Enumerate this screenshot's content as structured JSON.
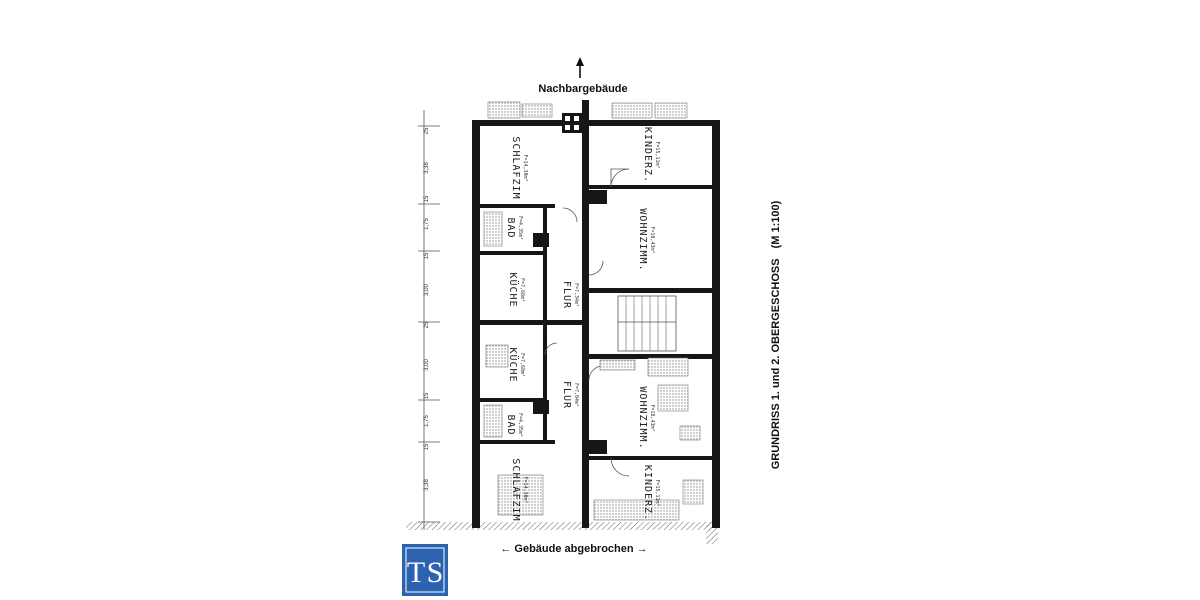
{
  "labels": {
    "top": "Nachbargebäude",
    "bottom": "← Gebäude abgebrochen →",
    "title": "GRUNDRISS 1. und 2. OBERGESCHOSS",
    "scale": "(M 1:100)"
  },
  "rooms": {
    "schlafzim_top": {
      "name": "SCHLAFZIM",
      "area": "F=14,30m²"
    },
    "kinderz_top": {
      "name": "KINDERZ.",
      "area": "F=15,11m²"
    },
    "bad_top": {
      "name": "BAD",
      "area": "F=4,35m²"
    },
    "wohnzimm_top": {
      "name": "WOHNZIMM.",
      "area": "F=18,43m²"
    },
    "kueche_top": {
      "name": "KÜCHE",
      "area": "F=7,68m²"
    },
    "flur_top": {
      "name": "FLUR",
      "area": "F=7,34m²"
    },
    "kueche_bottom": {
      "name": "KÜCHE",
      "area": "F=7,68m²"
    },
    "flur_bottom": {
      "name": "FLUR",
      "area": "F=7,04m²"
    },
    "bad_bottom": {
      "name": "BAD",
      "area": "F=4,35m²"
    },
    "wohnzimm_bottom": {
      "name": "WOHNZIMM.",
      "area": "F=18,43m²"
    },
    "schlafzim_bottom": {
      "name": "SCHLAFZIM",
      "area": "F=14,30m²"
    },
    "kinderz_bottom": {
      "name": "KINDERZ.",
      "area": "F=15,11m²"
    }
  },
  "dimensions": [
    "25",
    "3,38",
    "15",
    "1,75",
    "15",
    "3,00",
    "25",
    "3,00",
    "15",
    "1,75",
    "15",
    "3,38"
  ],
  "logo": {
    "text": "TS",
    "color": "#2b63b0"
  }
}
